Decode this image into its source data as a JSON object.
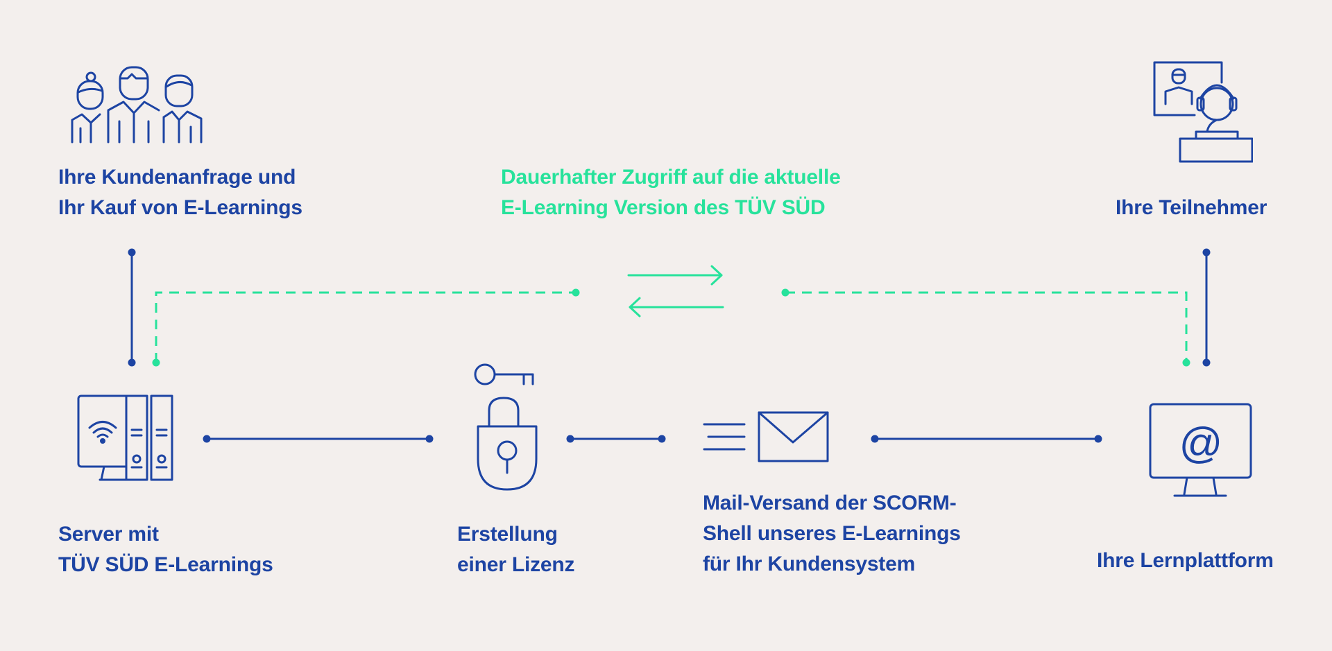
{
  "colors": {
    "blue": "#1d44a3",
    "green": "#27e29b",
    "background": "#f3efed"
  },
  "nodes": {
    "customers": {
      "icon": "people-group-icon",
      "lines": [
        "Ihre Kundenanfrage und",
        "Ihr Kauf von E-Learnings"
      ]
    },
    "access": {
      "icon": "exchange-arrows-icon",
      "lines": [
        "Dauerhafter Zugriff auf die aktuelle",
        "E-Learning Version des TÜV SÜD"
      ]
    },
    "participants": {
      "icon": "video-call-headset-icon",
      "lines": [
        "Ihre Teilnehmer"
      ]
    },
    "server": {
      "icon": "server-computer-icon",
      "lines": [
        "Server mit",
        "TÜV SÜD E-Learnings"
      ]
    },
    "license": {
      "icon": "padlock-key-icon",
      "lines": [
        "Erstellung",
        "einer Lizenz"
      ]
    },
    "mail": {
      "icon": "envelope-icon",
      "lines": [
        "Mail-Versand der SCORM-",
        "Shell unseres E-Learnings",
        "für Ihr Kundensystem"
      ]
    },
    "platform": {
      "icon": "monitor-at-icon",
      "lines": [
        "Ihre Lernplattform"
      ]
    }
  }
}
